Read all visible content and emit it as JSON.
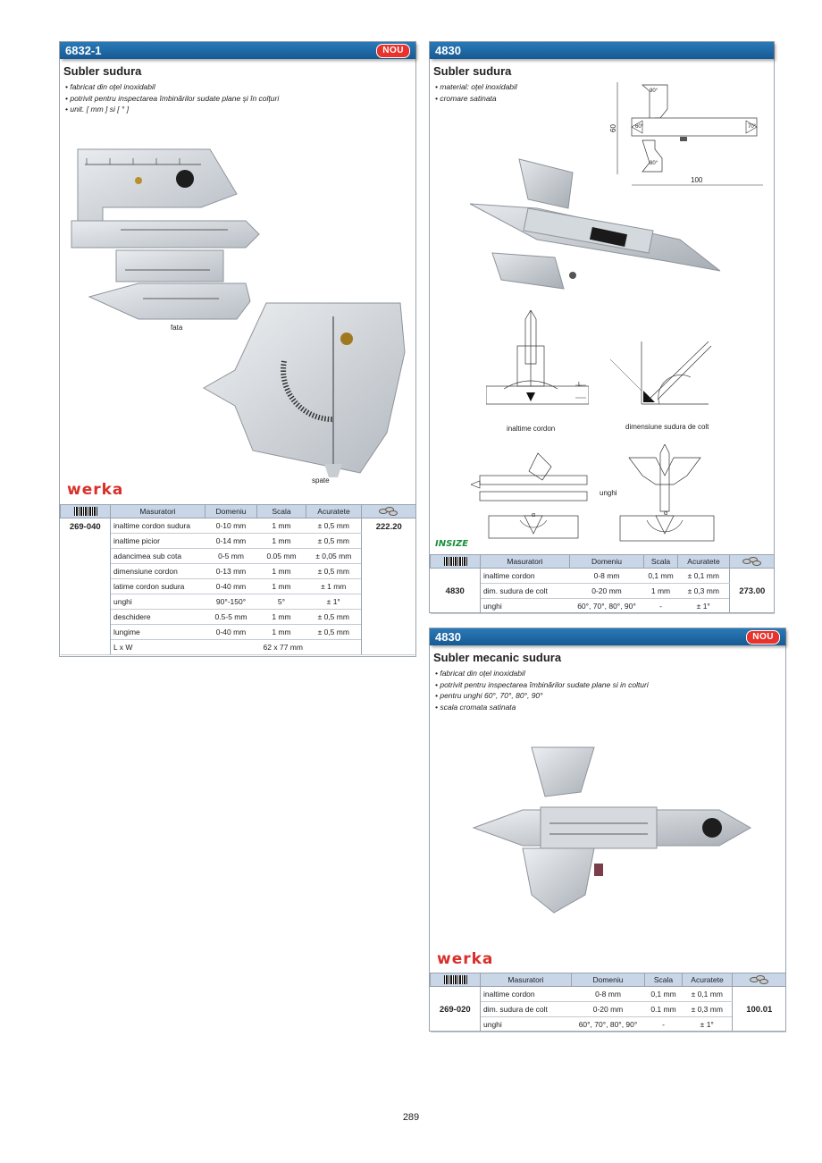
{
  "card1": {
    "code": "6832-1",
    "badge": "NOU",
    "title": "Subler sudura",
    "bullets": [
      "fabricat din oţel inoxidabil",
      "potrivit pentru inspectarea îmbinărilor sudate plane şi în colţuri",
      "unit.  [ mm ]  si  [ ° ]"
    ],
    "captions": {
      "front": "fata",
      "back": "spate"
    },
    "brand": "werka",
    "table": {
      "headers": [
        "Masuratori",
        "Domeniu",
        "Scala",
        "Acuratete"
      ],
      "article": "269-040",
      "price": "222.20",
      "rows": [
        [
          "inaltime cordon sudura",
          "0-10 mm",
          "1 mm",
          "± 0,5 mm"
        ],
        [
          "inaltime picior",
          "0-14 mm",
          "1 mm",
          "± 0,5 mm"
        ],
        [
          "adancimea sub cota",
          "0-5 mm",
          "0.05 mm",
          "± 0,05 mm"
        ],
        [
          "dimensiune cordon",
          "0-13 mm",
          "1 mm",
          "± 0,5 mm"
        ],
        [
          "latime cordon sudura",
          "0-40 mm",
          "1 mm",
          "± 1 mm"
        ],
        [
          "unghi",
          "90°-150°",
          "5°",
          "± 1°"
        ],
        [
          "deschidere",
          "0.5-5 mm",
          "1 mm",
          "± 0,5 mm"
        ],
        [
          "lungime",
          "0-40 mm",
          "1 mm",
          "± 0,5 mm"
        ]
      ],
      "lastRow": {
        "name": "L x W",
        "value": "62 x 77 mm"
      }
    }
  },
  "card2": {
    "code": "4830",
    "title": "Subler sudura",
    "bullets": [
      "material: oţel inoxidabil",
      "cromare satinata"
    ],
    "dims": {
      "height": "60",
      "width": "100",
      "a90": "90°",
      "a60": "60°",
      "a70": "70°",
      "a80": "80°"
    },
    "captions": {
      "height": "inaltime cordon",
      "fillet": "dimensiune sudura de colt",
      "angle": "unghi",
      "alpha": "α",
      "L": "L"
    },
    "brand": "INSIZE",
    "table": {
      "headers": [
        "Masuratori",
        "Domeniu",
        "Scala",
        "Acuratete"
      ],
      "article": "4830",
      "price": "273.00",
      "rows": [
        [
          "inaltime cordon",
          "0-8 mm",
          "0,1 mm",
          "± 0,1 mm"
        ],
        [
          "dim. sudura de colt",
          "0-20 mm",
          "1 mm",
          "± 0,3 mm"
        ],
        [
          "unghi",
          "60°, 70°, 80°, 90°",
          "-",
          "± 1°"
        ]
      ]
    }
  },
  "card3": {
    "code": "4830",
    "badge": "NOU",
    "title": "Subler  mecanic sudura",
    "bullets": [
      "fabricat din oţel inoxidabil",
      "potrivit pentru inspectarea îmbinărilor sudate plane si in colturi",
      "pentru unghi 60°, 70°, 80°, 90°",
      "scala cromata satinata"
    ],
    "brand": "werka",
    "table": {
      "headers": [
        "Masuratori",
        "Domeniu",
        "Scala",
        "Acuratete"
      ],
      "article": "269-020",
      "price": "100.01",
      "rows": [
        [
          "inaltime cordon",
          "0-8 mm",
          "0,1 mm",
          "± 0,1 mm"
        ],
        [
          "dim. sudura de colt",
          "0-20 mm",
          "0.1 mm",
          "± 0,3 mm"
        ],
        [
          "unghi",
          "60°, 70°, 80°, 90°",
          "-",
          "± 1°"
        ]
      ]
    }
  },
  "page": {
    "number": "289"
  }
}
